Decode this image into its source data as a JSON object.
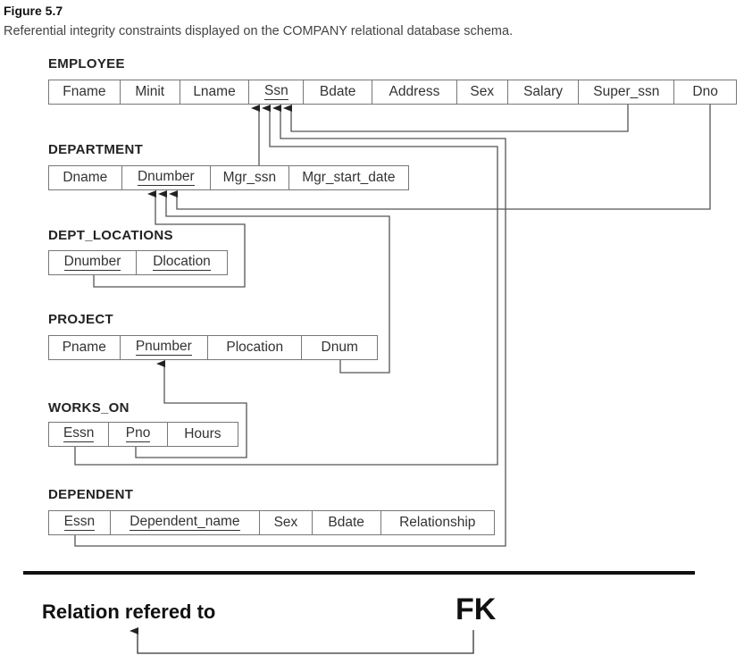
{
  "figure": {
    "title": "Figure 5.7",
    "caption": "Referential integrity constraints displayed on the COMPANY relational database schema."
  },
  "relations": {
    "employee": {
      "name": "EMPLOYEE",
      "attributes": [
        "Fname",
        "Minit",
        "Lname",
        "Ssn",
        "Bdate",
        "Address",
        "Sex",
        "Salary",
        "Super_ssn",
        "Dno"
      ],
      "primary_key": [
        "Ssn"
      ]
    },
    "department": {
      "name": "DEPARTMENT",
      "attributes": [
        "Dname",
        "Dnumber",
        "Mgr_ssn",
        "Mgr_start_date"
      ],
      "primary_key": [
        "Dnumber"
      ]
    },
    "dept_locations": {
      "name": "DEPT_LOCATIONS",
      "attributes": [
        "Dnumber",
        "Dlocation"
      ],
      "primary_key": [
        "Dnumber",
        "Dlocation"
      ]
    },
    "project": {
      "name": "PROJECT",
      "attributes": [
        "Pname",
        "Pnumber",
        "Plocation",
        "Dnum"
      ],
      "primary_key": [
        "Pnumber"
      ]
    },
    "works_on": {
      "name": "WORKS_ON",
      "attributes": [
        "Essn",
        "Pno",
        "Hours"
      ],
      "primary_key": [
        "Essn",
        "Pno"
      ]
    },
    "dependent": {
      "name": "DEPENDENT",
      "attributes": [
        "Essn",
        "Dependent_name",
        "Sex",
        "Bdate",
        "Relationship"
      ],
      "primary_key": [
        "Essn",
        "Dependent_name"
      ]
    }
  },
  "legend": {
    "left_label": "Relation refered to",
    "right_label": "FK"
  }
}
